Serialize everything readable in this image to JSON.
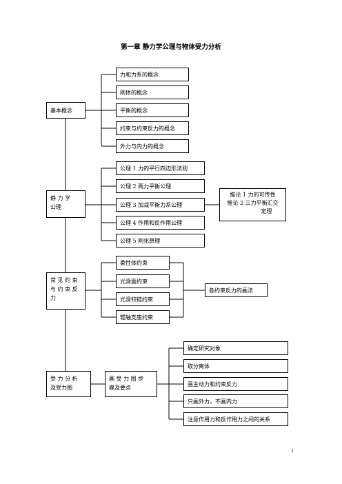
{
  "title": "第一章  静力学公理与物体受力分析",
  "groups": {
    "basic": {
      "label": "基本概念",
      "items": [
        "力和力系的概念",
        "刚体的概念",
        "平衡的概念",
        "约束与约束反力的概念",
        "外力与内力的概念"
      ]
    },
    "statics": {
      "label": "静 力 学\n公理",
      "items": [
        "公理 1    力的平行四边形法则",
        "公理 2    两力平衡公理",
        "公理 3    加减平衡力系公理",
        "公理 4    作用和反作用公理",
        "公理 5    刚化原理"
      ],
      "corollaries": [
        "推论 1    力的可传性",
        "推论 2    三力平衡汇交",
        "定理"
      ]
    },
    "constraints": {
      "label": "常 见 约 束\n与 约 束 反\n力",
      "items": [
        "柔性体约束",
        "光滑面约束",
        "光滑铰链约束",
        "辊轴支座约束"
      ],
      "result": "各约束反力的画法"
    },
    "analysis": {
      "label": "受 力 分 析\n及受力图",
      "middle": "画 受 力 图 步\n骤及要点",
      "items": [
        "确定研究对象",
        "取分离体",
        "画主动力和约束反力",
        "只画外力，不画内力",
        "注意作用力和反作用力之间的关系"
      ]
    }
  },
  "page_number": "1"
}
